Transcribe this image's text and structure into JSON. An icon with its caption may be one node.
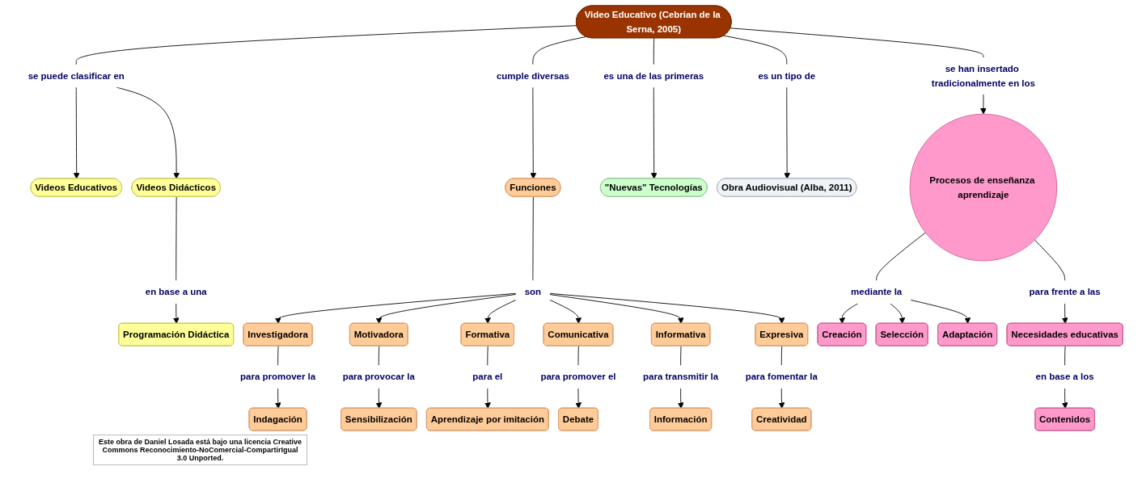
{
  "diagram": {
    "nodes": [
      {
        "text": [
          "Video Educativo (Cebrian de la Serna, 2005)"
        ]
      },
      {
        "text": [
          "se puede clasificar en"
        ]
      },
      {
        "text": [
          "Videos Educativos"
        ]
      },
      {
        "text": [
          "Videos Didácticos"
        ]
      },
      {
        "text": [
          "en base a una"
        ]
      },
      {
        "text": [
          "Programación Didáctica"
        ]
      },
      {
        "text": [
          "cumple diversas"
        ]
      },
      {
        "text": [
          "Funciones"
        ]
      },
      {
        "text": [
          "son"
        ]
      },
      {
        "text": [
          "Investigadora"
        ]
      },
      {
        "text": [
          "Motivadora"
        ]
      },
      {
        "text": [
          "Formativa"
        ]
      },
      {
        "text": [
          "Comunicativa"
        ]
      },
      {
        "text": [
          "Informativa"
        ]
      },
      {
        "text": [
          "Expresiva"
        ]
      },
      {
        "text": [
          "para promover la"
        ]
      },
      {
        "text": [
          "Indagación"
        ]
      },
      {
        "text": [
          "para provocar la"
        ]
      },
      {
        "text": [
          "Sensibilización"
        ]
      },
      {
        "text": [
          "para el"
        ]
      },
      {
        "text": [
          "Aprendizaje por imitación"
        ]
      },
      {
        "text": [
          "para promover el"
        ]
      },
      {
        "text": [
          "Debate"
        ]
      },
      {
        "text": [
          "para transmitir la"
        ]
      },
      {
        "text": [
          "Información"
        ]
      },
      {
        "text": [
          "para fomentar la"
        ]
      },
      {
        "text": [
          "Creatividad"
        ]
      },
      {
        "text": [
          "es una de las primeras"
        ]
      },
      {
        "text": [
          "\"Nuevas\" Tecnologías"
        ]
      },
      {
        "text": [
          "es un tipo de"
        ]
      },
      {
        "text": [
          "Obra Audiovisual (Alba, 2011)"
        ]
      },
      {
        "text": [
          "se han insertado tradicionalmente en los"
        ]
      },
      {
        "text": [
          "Procesos de enseñanza aprendizaje"
        ]
      },
      {
        "text": [
          "mediante la"
        ]
      },
      {
        "text": [
          "Creación"
        ]
      },
      {
        "text": [
          "Selección"
        ]
      },
      {
        "text": [
          "Adaptación"
        ]
      },
      {
        "text": [
          "para frente a las"
        ]
      },
      {
        "text": [
          "Necesidades educativas"
        ]
      },
      {
        "text": [
          "en base a los"
        ]
      },
      {
        "text": [
          "Contenidos"
        ]
      }
    ],
    "edges": [
      {
        "from": 0,
        "to": 1,
        "arrow": "none"
      },
      {
        "from": 1,
        "to": 2,
        "arrow": "to"
      },
      {
        "from": 1,
        "to": 3,
        "arrow": "to"
      },
      {
        "from": 3,
        "to": 4,
        "arrow": "none"
      },
      {
        "from": 4,
        "to": 5,
        "arrow": "to"
      },
      {
        "from": 0,
        "to": 6,
        "arrow": "none"
      },
      {
        "from": 6,
        "to": 7,
        "arrow": "to"
      },
      {
        "from": 7,
        "to": 8,
        "arrow": "none"
      },
      {
        "from": 8,
        "to": 9,
        "arrow": "to"
      },
      {
        "from": 8,
        "to": 10,
        "arrow": "to"
      },
      {
        "from": 8,
        "to": 11,
        "arrow": "to"
      },
      {
        "from": 8,
        "to": 12,
        "arrow": "to"
      },
      {
        "from": 8,
        "to": 13,
        "arrow": "to"
      },
      {
        "from": 8,
        "to": 14,
        "arrow": "to"
      },
      {
        "from": 9,
        "to": 15,
        "arrow": "none"
      },
      {
        "from": 15,
        "to": 16,
        "arrow": "to"
      },
      {
        "from": 10,
        "to": 17,
        "arrow": "none"
      },
      {
        "from": 17,
        "to": 18,
        "arrow": "to"
      },
      {
        "from": 11,
        "to": 19,
        "arrow": "none"
      },
      {
        "from": 19,
        "to": 20,
        "arrow": "to"
      },
      {
        "from": 12,
        "to": 21,
        "arrow": "none"
      },
      {
        "from": 21,
        "to": 22,
        "arrow": "to"
      },
      {
        "from": 13,
        "to": 23,
        "arrow": "none"
      },
      {
        "from": 23,
        "to": 24,
        "arrow": "to"
      },
      {
        "from": 14,
        "to": 25,
        "arrow": "none"
      },
      {
        "from": 25,
        "to": 26,
        "arrow": "to"
      },
      {
        "from": 0,
        "to": 27,
        "arrow": "none"
      },
      {
        "from": 27,
        "to": 28,
        "arrow": "to"
      },
      {
        "from": 0,
        "to": 29,
        "arrow": "none"
      },
      {
        "from": 29,
        "to": 30,
        "arrow": "to"
      },
      {
        "from": 0,
        "to": 31,
        "arrow": "none"
      },
      {
        "from": 31,
        "to": 32,
        "arrow": "to"
      },
      {
        "from": 32,
        "to": 33,
        "arrow": "none"
      },
      {
        "from": 33,
        "to": 34,
        "arrow": "to"
      },
      {
        "from": 33,
        "to": 35,
        "arrow": "to"
      },
      {
        "from": 33,
        "to": 36,
        "arrow": "to"
      },
      {
        "from": 32,
        "to": 37,
        "arrow": "none"
      },
      {
        "from": 37,
        "to": 38,
        "arrow": "to"
      },
      {
        "from": 38,
        "to": 39,
        "arrow": "none"
      },
      {
        "from": 39,
        "to": 40,
        "arrow": "to"
      }
    ],
    "labels": [
      "Este obra de Daniel Losada está bajo una licencia Creative Commons Reconocimiento-NoComercial-CompartirIgual 3.0 Unported."
    ]
  }
}
